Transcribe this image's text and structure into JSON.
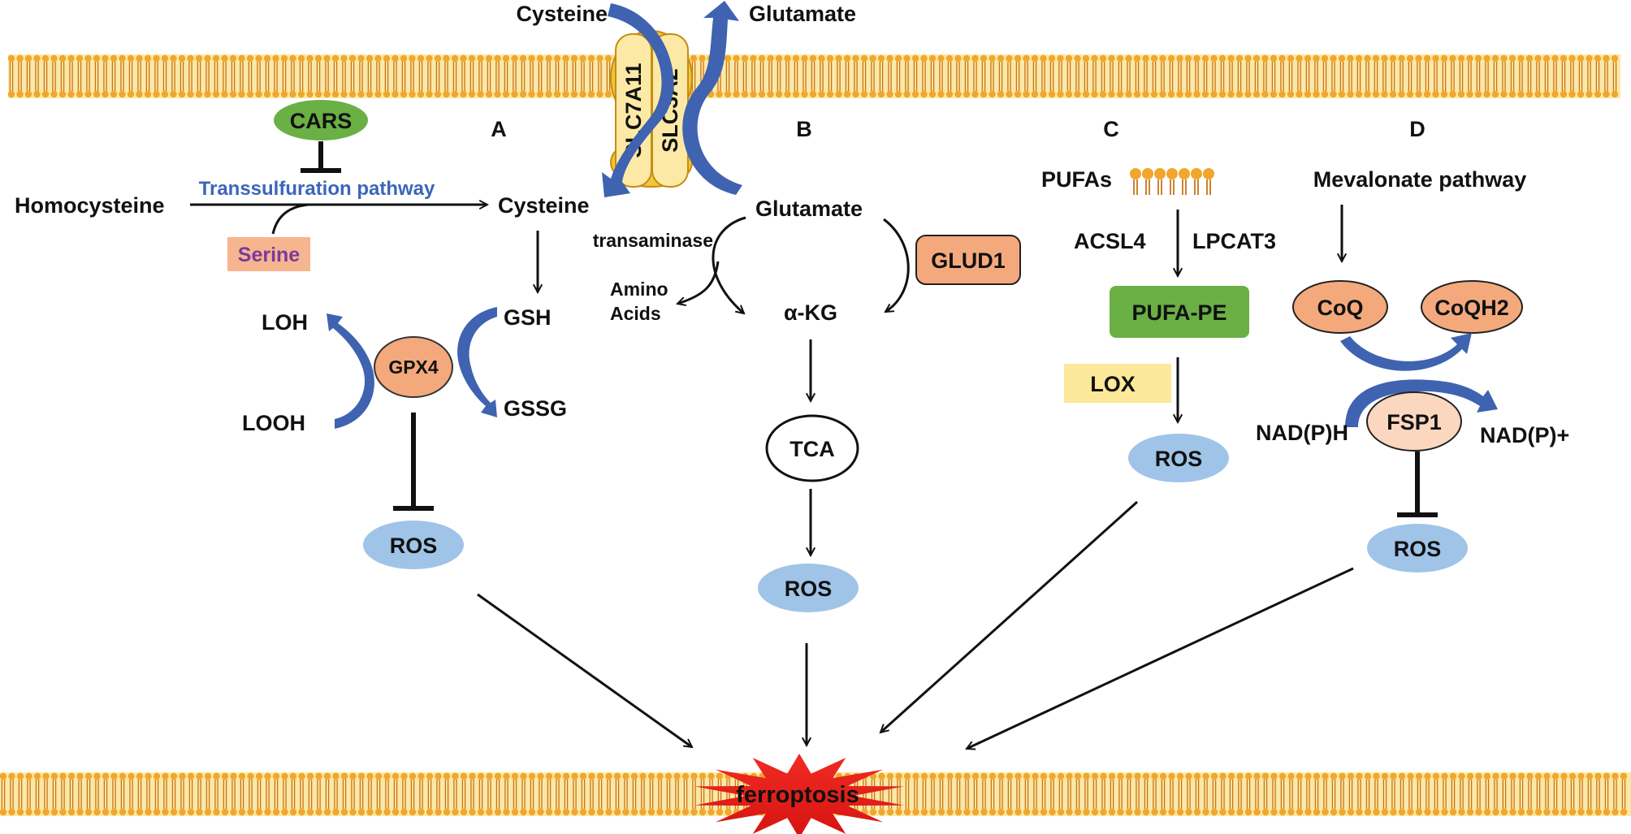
{
  "panels": {
    "a": "A",
    "b": "B",
    "c": "C",
    "d": "D"
  },
  "transporter": {
    "left_label": "SLC7A11",
    "right_label": "SLC3A2",
    "in_top": "Cysteine",
    "out_top": "Glutamate"
  },
  "panel_a": {
    "cars": "CARS",
    "pathway": "Transsulfuration pathway",
    "homocysteine": "Homocysteine",
    "serine": "Serine",
    "cysteine": "Cysteine",
    "gsh": "GSH",
    "gssg": "GSSG",
    "gpx4": "GPX4",
    "loh": "LOH",
    "looh": "LOOH",
    "ros": "ROS"
  },
  "panel_b": {
    "glutamate": "Glutamate",
    "transaminase": "transaminase",
    "amino_acids_1": "Amino",
    "amino_acids_2": "Acids",
    "akg": "α-KG",
    "glud1": "GLUD1",
    "tca": "TCA",
    "ros": "ROS"
  },
  "panel_c": {
    "pufas": "PUFAs",
    "acsl4": "ACSL4",
    "lpcat3": "LPCAT3",
    "pufa_pe": "PUFA-PE",
    "lox": "LOX",
    "ros": "ROS"
  },
  "panel_d": {
    "mevalonate": "Mevalonate pathway",
    "coq": "CoQ",
    "coqh2": "CoQH2",
    "nadph": "NAD(P)H",
    "fsp1": "FSP1",
    "nadp": "NAD(P)+",
    "ros": "ROS"
  },
  "outcome": "ferroptosis",
  "colors": {
    "membrane_fill": "#fbe8a6",
    "lipid_head": "#f0a72c",
    "lipid_tail": "#c9741a",
    "ros": "#9fc4e8",
    "enzyme_orange": "#f4a97d",
    "green": "#6ab045",
    "lox_yellow": "#fde89a",
    "serine_bg": "#f6b58f",
    "serine_text": "#7a3a9c",
    "pathway_text": "#3b66b8",
    "arrow_blue": "#3f63b0",
    "burst_red": "#e8201b"
  }
}
